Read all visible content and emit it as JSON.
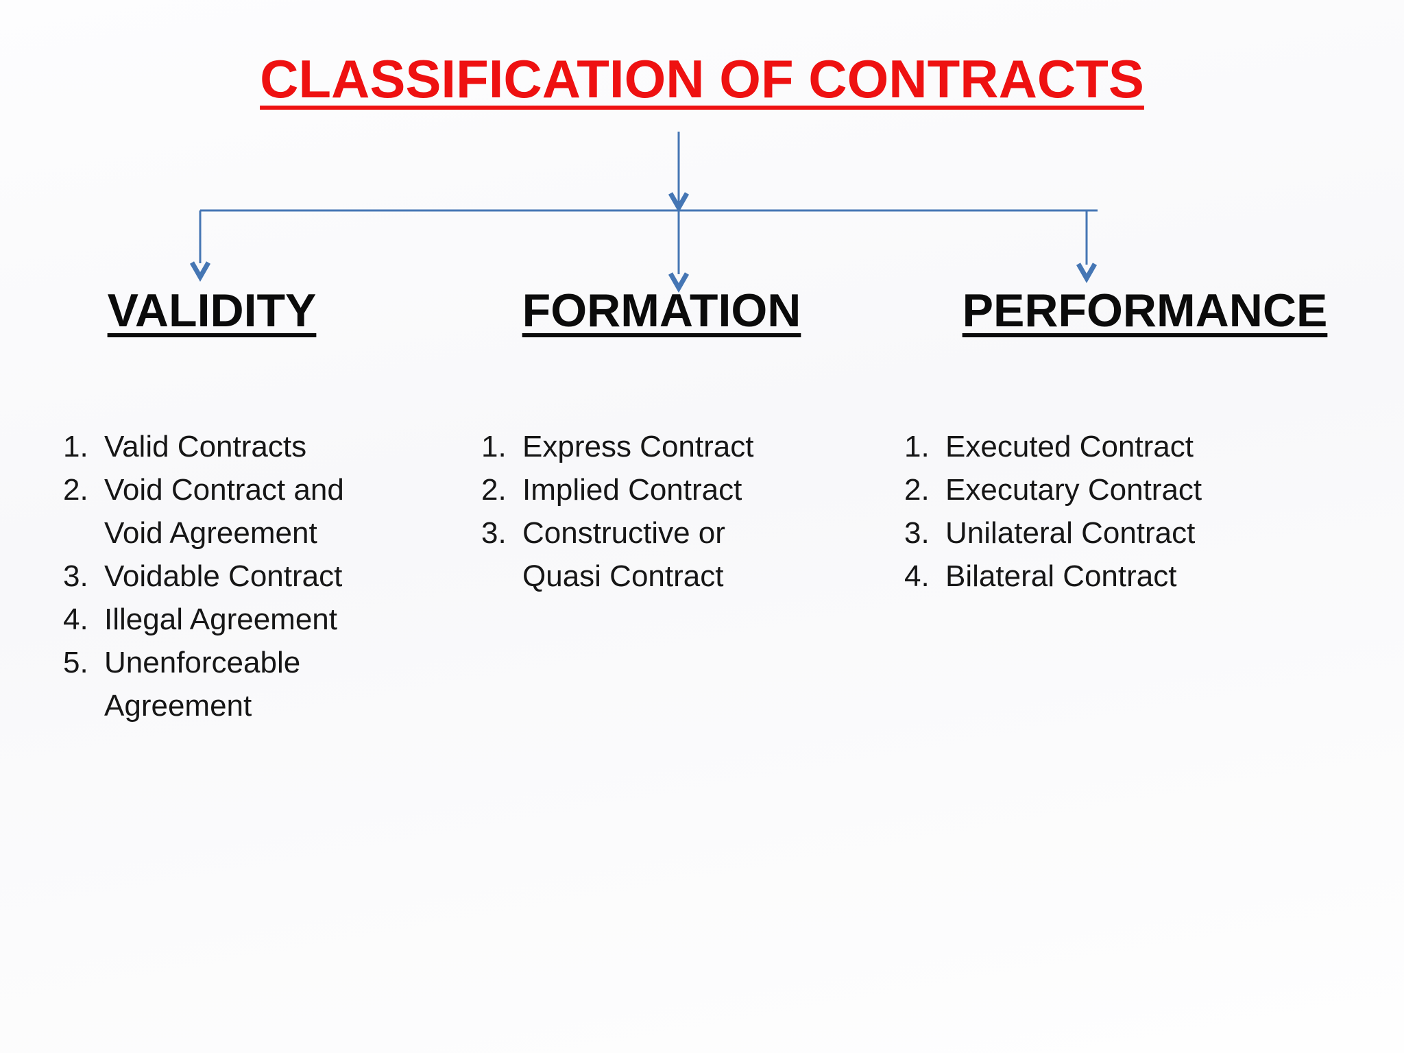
{
  "title": {
    "text": "CLASSIFICATION OF CONTRACTS",
    "color": "#ee1111"
  },
  "connectors": {
    "color": "#4576b4"
  },
  "branches": [
    {
      "heading": "VALIDITY",
      "items": [
        {
          "num": "1.",
          "text": "Valid Contracts"
        },
        {
          "num": "2.",
          "text": "Void Contract and Void Agreement"
        },
        {
          "num": "3.",
          "text": "Voidable Contract"
        },
        {
          "num": "4.",
          "text": "Illegal Agreement"
        },
        {
          "num": "5.",
          "text": "Unenforceable Agreement"
        }
      ]
    },
    {
      "heading": "FORMATION",
      "items": [
        {
          "num": "1.",
          "text": "Express Contract"
        },
        {
          "num": "2.",
          "text": "Implied Contract"
        },
        {
          "num": "3.",
          "text": "Constructive or Quasi Contract"
        }
      ]
    },
    {
      "heading": "PERFORMANCE",
      "items": [
        {
          "num": "1.",
          "text": "Executed Contract"
        },
        {
          "num": "2.",
          "text": "Executary Contract"
        },
        {
          "num": "3.",
          "text": "Unilateral Contract"
        },
        {
          "num": "4.",
          "text": "Bilateral Contract"
        }
      ]
    }
  ]
}
